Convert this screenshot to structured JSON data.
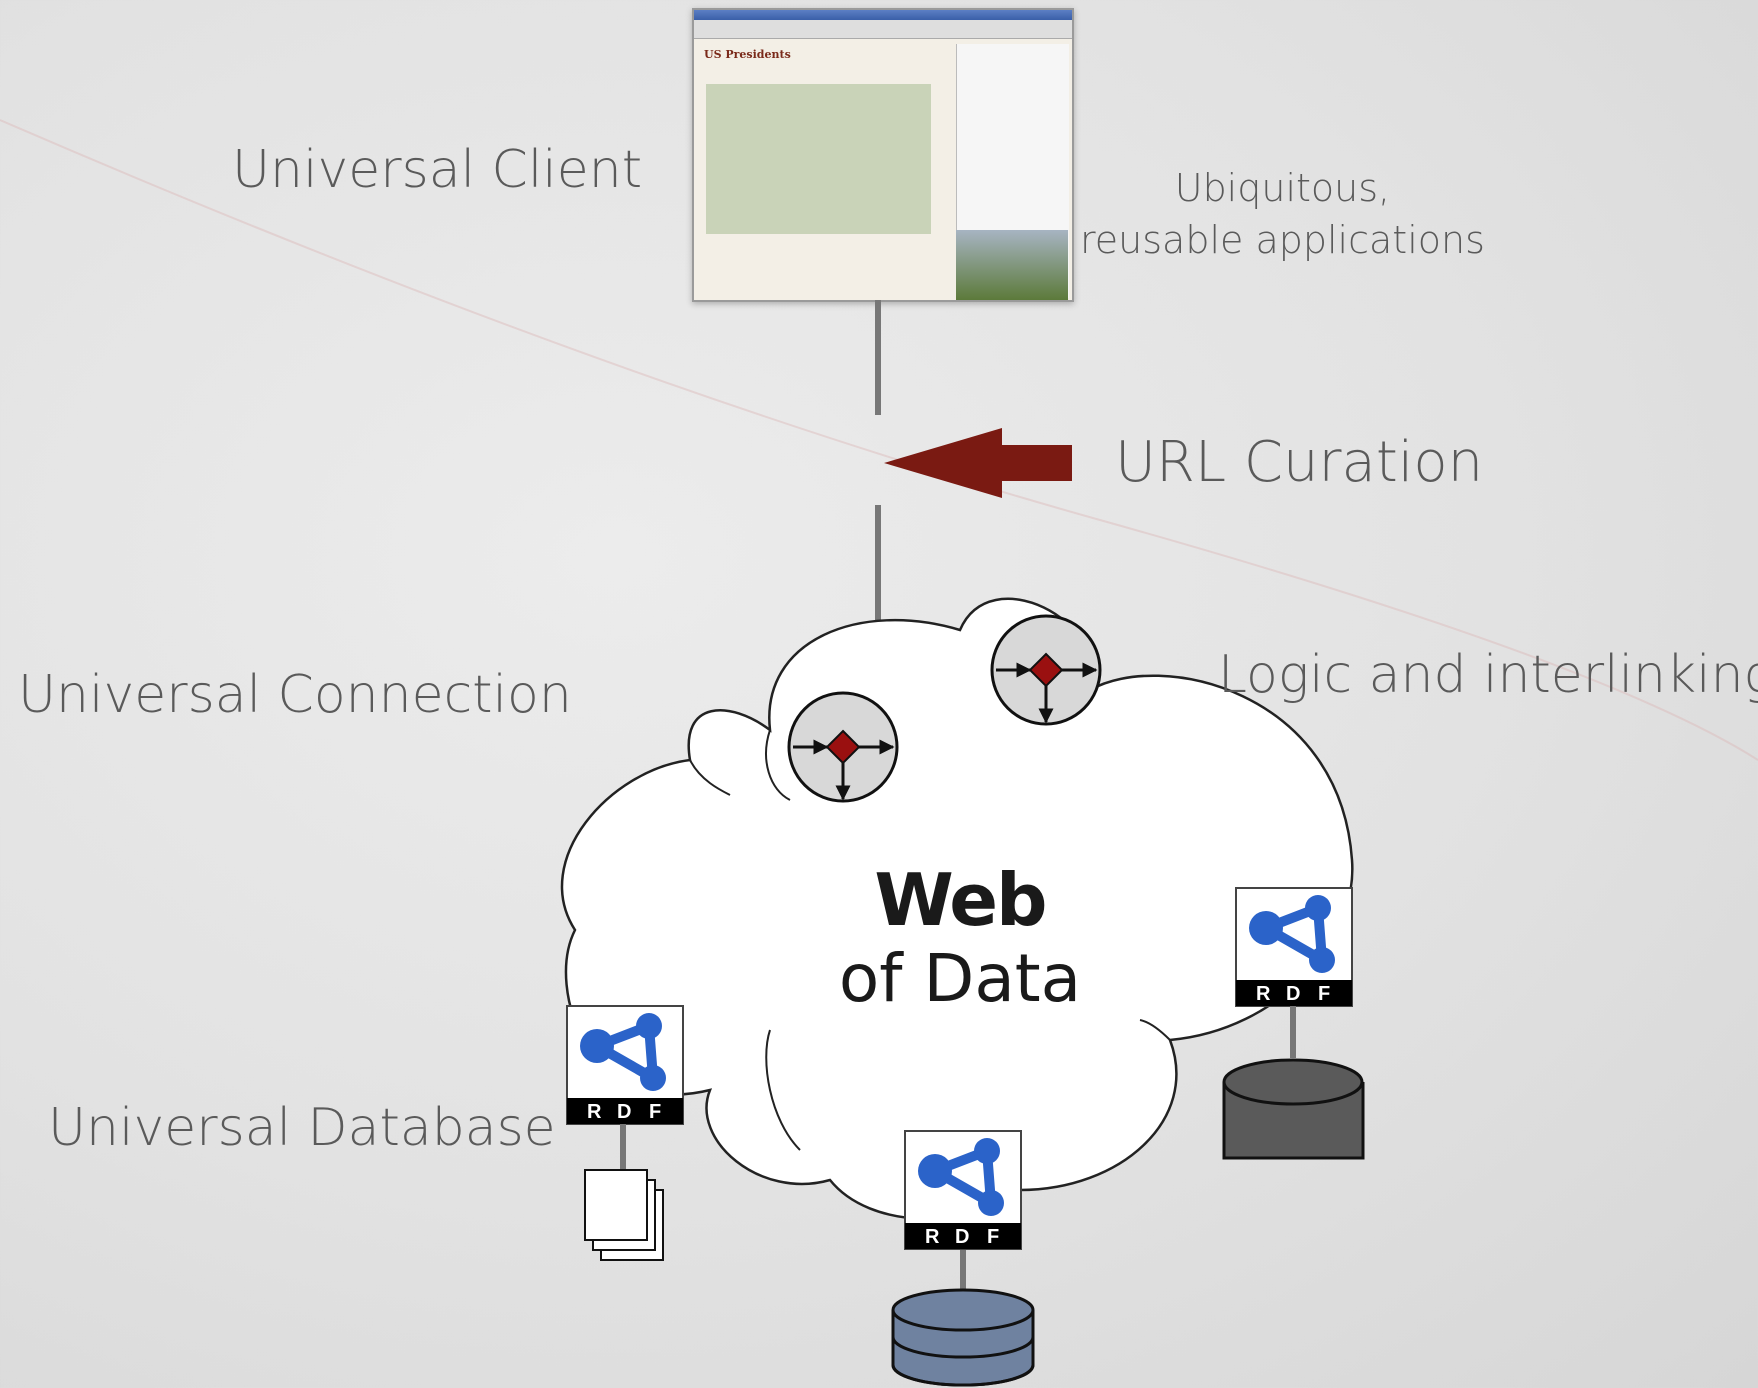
{
  "labels": {
    "universal_client": "Universal Client",
    "ubiquitous_line1": "Ubiquitous,",
    "ubiquitous_line2": "reusable applications",
    "url_curation": "URL Curation",
    "universal_connection": "Universal Connection",
    "logic": "Logic and interlinking",
    "universal_database": "Universal Database"
  },
  "cloud": {
    "line1": "Web",
    "line2": "of Data"
  },
  "browser": {
    "page_title": "US Presidents"
  },
  "rdf_badge": {
    "letters": [
      "R",
      "D",
      "F"
    ]
  },
  "colors": {
    "arrow": "#7a1a12",
    "rdf_node": "#2b63c9",
    "processor_diamond": "#9a1010",
    "database_dark": "#5a5a5a",
    "database_blue": "#6f82a0"
  }
}
